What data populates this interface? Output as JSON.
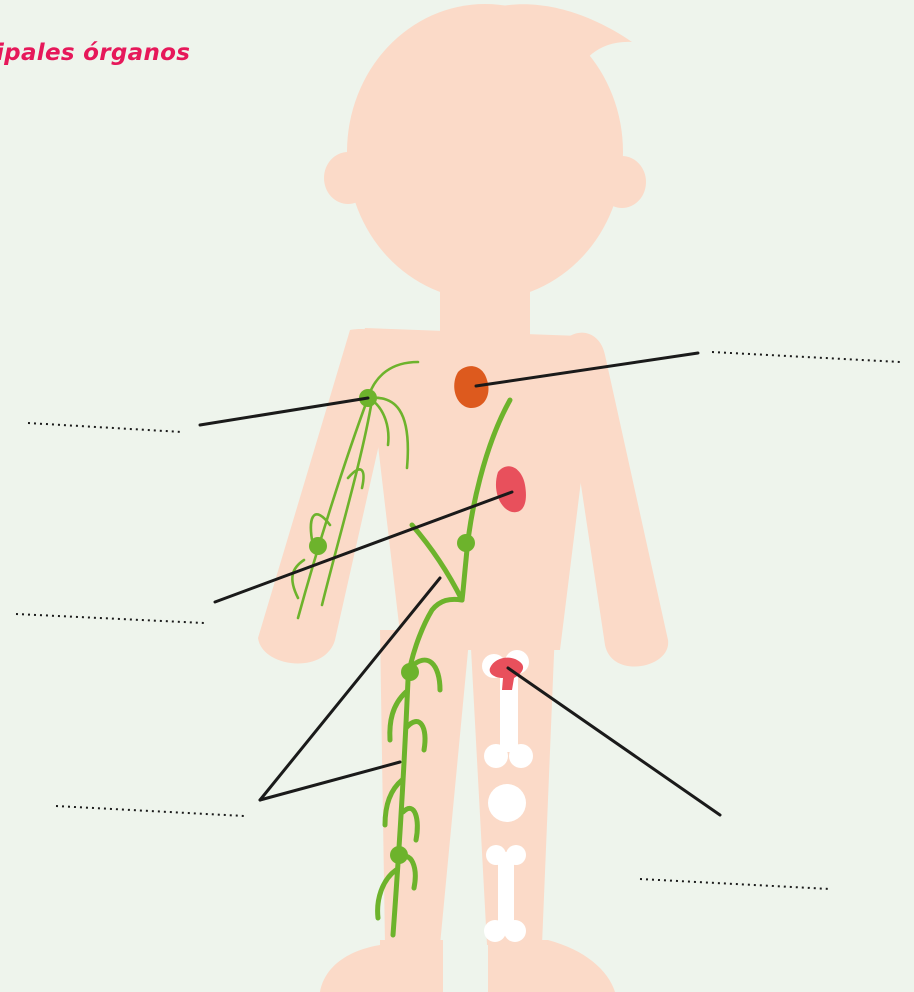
{
  "worksheet": {
    "title": "ipales órganos"
  },
  "colors": {
    "background": "#eef4ec",
    "skin": "#fbdac8",
    "lymph_vessels": "#6db32c",
    "thymus": "#dd5a1e",
    "spleen": "#e8505c",
    "bone_marrow": "#e8505c",
    "bones": "#ffffff",
    "title": "#e6185a",
    "pointer_lines": "#1a1a1a"
  },
  "icons": {
    "body": "child-body-silhouette-icon",
    "bone": "bone-icon"
  },
  "blanks": [
    {
      "id": "thymus-answer",
      "text": ""
    },
    {
      "id": "lymph-node-answer",
      "text": ""
    },
    {
      "id": "spleen-answer",
      "text": ""
    },
    {
      "id": "lymph-vessels-answer",
      "text": ""
    },
    {
      "id": "bone-marrow-answer",
      "text": ""
    }
  ]
}
